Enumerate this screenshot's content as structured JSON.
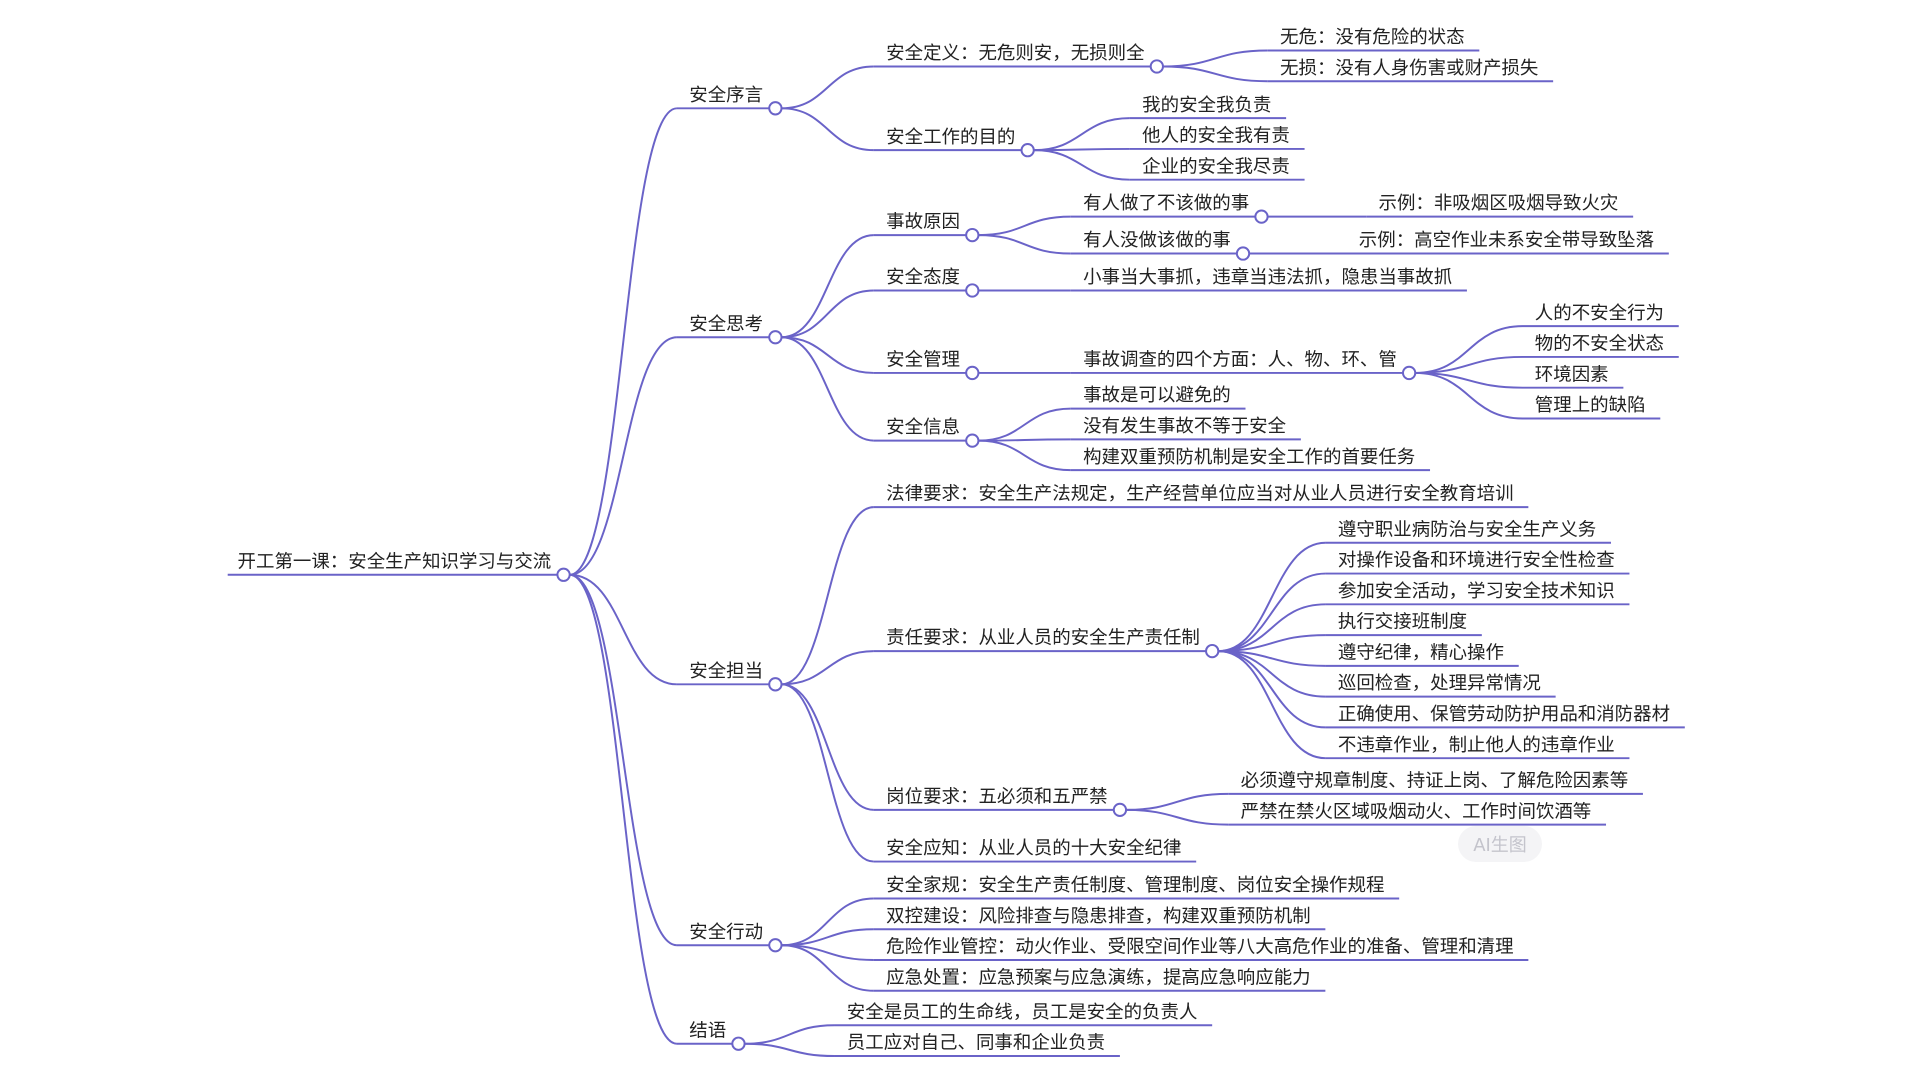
{
  "colors": {
    "line": "#6a63c8",
    "text": "#222222",
    "background": "#ffffff"
  },
  "mindmap": {
    "label": "开工第一课：安全生产知识学习与交流",
    "children": [
      {
        "label": "安全序言",
        "children": [
          {
            "label": "安全定义：无危则安，无损则全",
            "children": [
              {
                "label": "无危：没有危险的状态"
              },
              {
                "label": "无损：没有人身伤害或财产损失"
              }
            ]
          },
          {
            "label": "安全工作的目的",
            "children": [
              {
                "label": "我的安全我负责"
              },
              {
                "label": "他人的安全我有责"
              },
              {
                "label": "企业的安全我尽责"
              }
            ]
          }
        ]
      },
      {
        "label": "安全思考",
        "children": [
          {
            "label": "事故原因",
            "children": [
              {
                "label": "有人做了不该做的事",
                "children": [
                  {
                    "label": "示例：非吸烟区吸烟导致火灾"
                  }
                ]
              },
              {
                "label": "有人没做该做的事",
                "children": [
                  {
                    "label": "示例：高空作业未系安全带导致坠落"
                  }
                ]
              }
            ]
          },
          {
            "label": "安全态度",
            "children": [
              {
                "label": "小事当大事抓，违章当违法抓，隐患当事故抓"
              }
            ]
          },
          {
            "label": "安全管理",
            "children": [
              {
                "label": "事故调查的四个方面：人、物、环、管",
                "children": [
                  {
                    "label": "人的不安全行为"
                  },
                  {
                    "label": "物的不安全状态"
                  },
                  {
                    "label": "环境因素"
                  },
                  {
                    "label": "管理上的缺陷"
                  }
                ]
              }
            ]
          },
          {
            "label": "安全信息",
            "children": [
              {
                "label": "事故是可以避免的"
              },
              {
                "label": "没有发生事故不等于安全"
              },
              {
                "label": "构建双重预防机制是安全工作的首要任务"
              }
            ]
          }
        ]
      },
      {
        "label": "安全担当",
        "children": [
          {
            "label": "法律要求：安全生产法规定，生产经营单位应当对从业人员进行安全教育培训"
          },
          {
            "label": "责任要求：从业人员的安全生产责任制",
            "children": [
              {
                "label": "遵守职业病防治与安全生产义务"
              },
              {
                "label": "对操作设备和环境进行安全性检查"
              },
              {
                "label": "参加安全活动，学习安全技术知识"
              },
              {
                "label": "执行交接班制度"
              },
              {
                "label": "遵守纪律，精心操作"
              },
              {
                "label": "巡回检查，处理异常情况"
              },
              {
                "label": "正确使用、保管劳动防护用品和消防器材"
              },
              {
                "label": "不违章作业，制止他人的违章作业"
              }
            ]
          },
          {
            "label": "岗位要求：五必须和五严禁",
            "children": [
              {
                "label": "必须遵守规章制度、持证上岗、了解危险因素等"
              },
              {
                "label": "严禁在禁火区域吸烟动火、工作时间饮酒等"
              }
            ]
          },
          {
            "label": "安全应知：从业人员的十大安全纪律"
          }
        ]
      },
      {
        "label": "安全行动",
        "children": [
          {
            "label": "安全家规：安全生产责任制度、管理制度、岗位安全操作规程"
          },
          {
            "label": "双控建设：风险排查与隐患排查，构建双重预防机制"
          },
          {
            "label": "危险作业管控：动火作业、受限空间作业等八大高危作业的准备、管理和清理"
          },
          {
            "label": "应急处置：应急预案与应急演练，提高应急响应能力"
          }
        ]
      },
      {
        "label": "结语",
        "children": [
          {
            "label": "安全是员工的生命线，员工是安全的负责人"
          },
          {
            "label": "员工应对自己、同事和企业负责"
          }
        ]
      }
    ]
  },
  "ai_button": {
    "label": "AI生图"
  }
}
